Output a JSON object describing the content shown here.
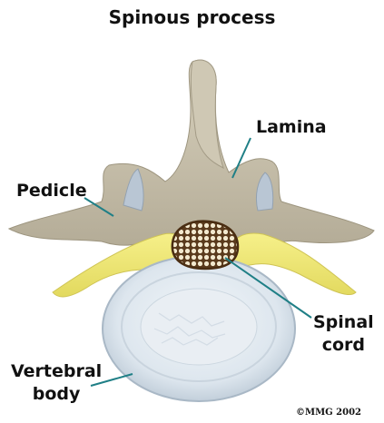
{
  "title": "Spinous process",
  "labels": {
    "lamina": "Lamina",
    "pedicle": "Pedicle",
    "spinal_cord_line1": "Spinal",
    "spinal_cord_line2": "cord",
    "vertebral_body_line1": "Vertebral",
    "vertebral_body_line2": "body"
  },
  "copyright": "©MMG 2002",
  "colors": {
    "bone": "#c9c2ae",
    "bone_shade": "#a39b86",
    "ligament": "#efe774",
    "disc": "#dce6ee",
    "cord_fill": "#b79a6c",
    "cord_outline": "#5a3a1c",
    "leader": "#1f7f86"
  }
}
